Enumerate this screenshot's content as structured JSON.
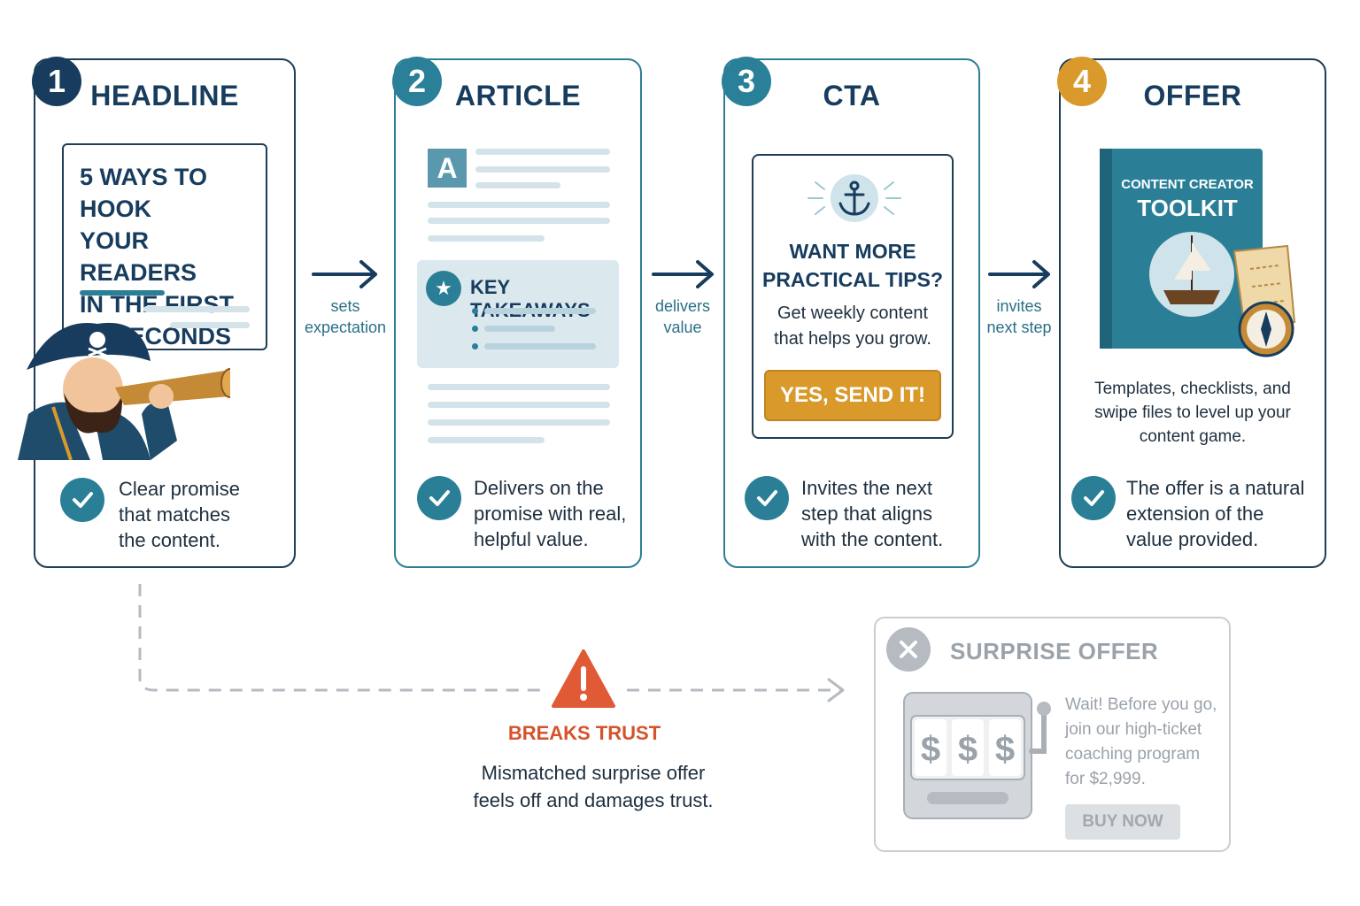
{
  "steps": [
    {
      "number": "1",
      "title": "HEADLINE",
      "caption": [
        "Clear promise",
        "that matches",
        "the content."
      ]
    },
    {
      "number": "2",
      "title": "ARTICLE",
      "caption": [
        "Delivers on the",
        "promise with real,",
        "helpful value."
      ]
    },
    {
      "number": "3",
      "title": "CTA",
      "caption": [
        "Invites the next",
        "step that aligns",
        "with the content."
      ]
    },
    {
      "number": "4",
      "title": "OFFER",
      "caption": [
        "The offer is a natural",
        "extension of the",
        "value provided."
      ]
    }
  ],
  "headline": {
    "text": [
      "5 WAYS TO HOOK",
      "YOUR READERS",
      "IN THE FIRST",
      "10 SECONDS"
    ]
  },
  "article": {
    "letter": "A",
    "takeaways_title": "KEY TAKEAWAYS"
  },
  "cta": {
    "heading": [
      "WANT MORE",
      "PRACTICAL TIPS?"
    ],
    "subtext": [
      "Get weekly content",
      "that helps you grow."
    ],
    "button": "YES, SEND IT!"
  },
  "offer": {
    "book_line1": "CONTENT CREATOR",
    "book_line2": "TOOLKIT",
    "description": [
      "Templates, checklists, and",
      "swipe files to level up your",
      "content game."
    ]
  },
  "connectors": [
    {
      "label": [
        "sets",
        "expectation"
      ]
    },
    {
      "label": [
        "delivers",
        "value"
      ]
    },
    {
      "label": [
        "invites",
        "next step"
      ]
    }
  ],
  "warning": {
    "title": "BREAKS TRUST",
    "description": [
      "Mismatched surprise offer",
      "feels off and damages trust."
    ]
  },
  "surprise": {
    "title": "SURPRISE OFFER",
    "description": [
      "Wait! Before you go,",
      "join our high-ticket",
      "coaching program",
      "for $2,999."
    ],
    "button": "BUY NOW",
    "slot_symbols": [
      "$",
      "$",
      "$"
    ]
  },
  "colors": {
    "navy": "#173c5e",
    "teal": "#2a7f97",
    "gold": "#d99a2b",
    "warning": "#d4532b",
    "muted": "#9aa2aa"
  }
}
